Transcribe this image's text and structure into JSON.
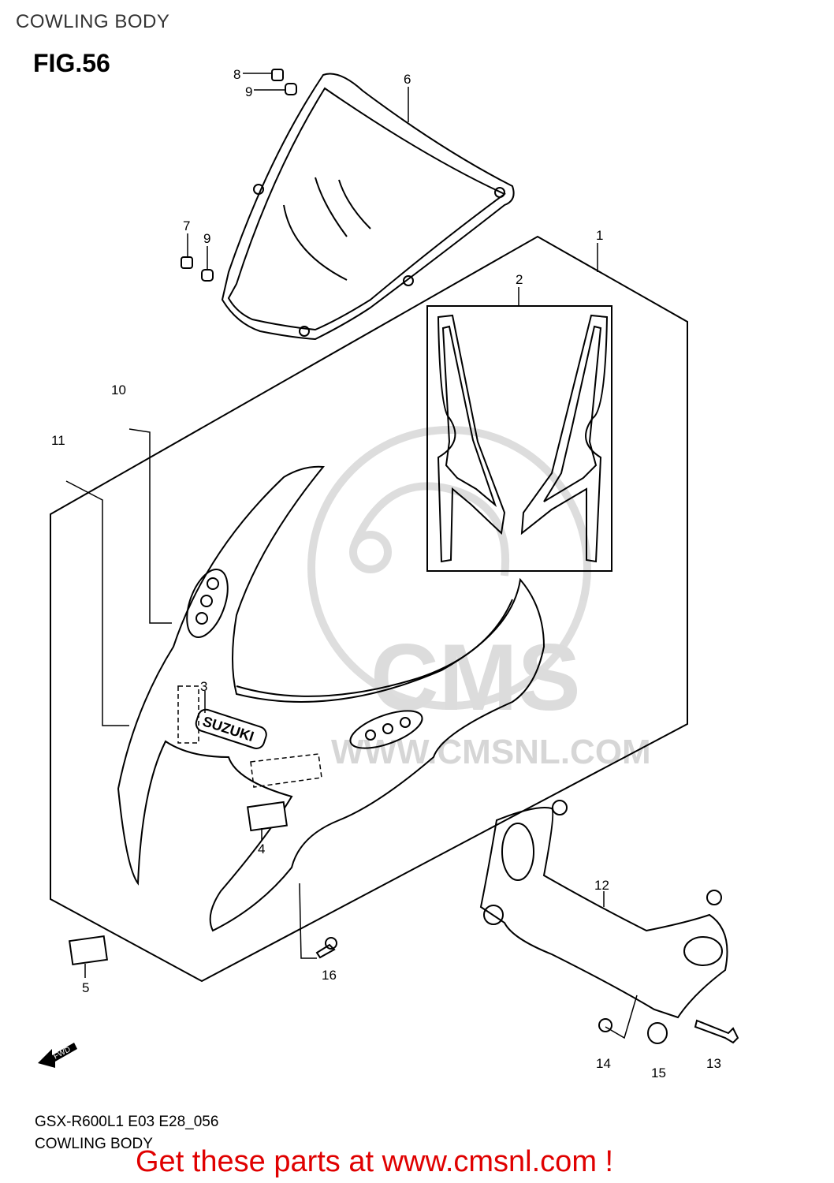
{
  "header": {
    "title": "COWLING BODY"
  },
  "figure": {
    "label": "FIG.56"
  },
  "callouts": [
    {
      "id": "1",
      "label": "1"
    },
    {
      "id": "2",
      "label": "2"
    },
    {
      "id": "3",
      "label": "3"
    },
    {
      "id": "4",
      "label": "4"
    },
    {
      "id": "5",
      "label": "5"
    },
    {
      "id": "6",
      "label": "6"
    },
    {
      "id": "7",
      "label": "7"
    },
    {
      "id": "8",
      "label": "8"
    },
    {
      "id": "9a",
      "label": "9"
    },
    {
      "id": "9b",
      "label": "9"
    },
    {
      "id": "10",
      "label": "10"
    },
    {
      "id": "11",
      "label": "11"
    },
    {
      "id": "12",
      "label": "12"
    },
    {
      "id": "13",
      "label": "13"
    },
    {
      "id": "14",
      "label": "14"
    },
    {
      "id": "15",
      "label": "15"
    },
    {
      "id": "16",
      "label": "16"
    }
  ],
  "emblem": {
    "text": "SUZUKI"
  },
  "arrow": {
    "text": "FWD"
  },
  "watermark": {
    "logo": "CMS",
    "url": "WWW.CMSNL.COM"
  },
  "footer": {
    "model": "GSX-R600L1 E03 E28_056",
    "name": "COWLING BODY",
    "cta": "Get these parts at www.cmsnl.com !"
  },
  "colors": {
    "cta": "#e00000",
    "line": "#000000",
    "watermark": "#d8d8d8"
  }
}
